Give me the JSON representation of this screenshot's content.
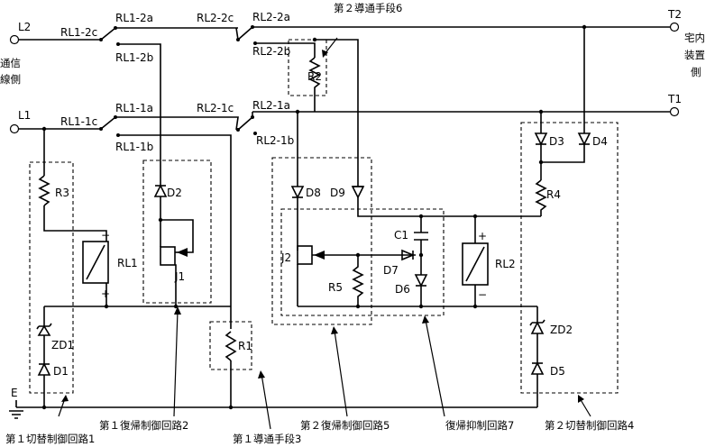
{
  "terminals": {
    "l2": "L2",
    "l1": "L1",
    "t2": "T2",
    "t1": "T1",
    "e": "E"
  },
  "side_labels": {
    "line_side_1": "通信",
    "line_side_2": "線側",
    "home_side_1": "宅内",
    "home_side_2": "装置",
    "home_side_3": "側"
  },
  "relay_contacts": {
    "rl1_2c": "RL1-2c",
    "rl1_2a": "RL1-2a",
    "rl1_2b": "RL1-2b",
    "rl2_2c": "RL2-2c",
    "rl2_2a": "RL2-2a",
    "rl2_2b": "RL2-2b",
    "rl1_1c": "RL1-1c",
    "rl1_1a": "RL1-1a",
    "rl1_1b": "RL1-1b",
    "rl2_1c": "RL2-1c",
    "rl2_1a": "RL2-1a",
    "rl2_1b": "RL2-1b"
  },
  "components": {
    "r1": "R1",
    "r2": "R2",
    "r3": "R3",
    "r4": "R4",
    "r5": "R5",
    "rl1": "RL1",
    "rl2": "RL2",
    "d1": "D1",
    "d2": "D2",
    "d3": "D3",
    "d4": "D4",
    "d5": "D5",
    "d6": "D6",
    "d7": "D7",
    "d8": "D8",
    "d9": "D9",
    "zd1": "ZD1",
    "zd2": "ZD2",
    "j1": "J1",
    "j2": "J2",
    "c1": "C1",
    "plus": "+",
    "minus": "−"
  },
  "block_labels": {
    "switch_ctrl_1": "第１切替制御回路1",
    "return_ctrl_1": "第１復帰制御回路2",
    "conduct_1": "第１導通手段3",
    "return_ctrl_2": "第２復帰制御回路5",
    "return_suppress": "復帰抑制回路7",
    "switch_ctrl_2": "第２切替制御回路4",
    "conduct_2": "第２導通手段6"
  }
}
